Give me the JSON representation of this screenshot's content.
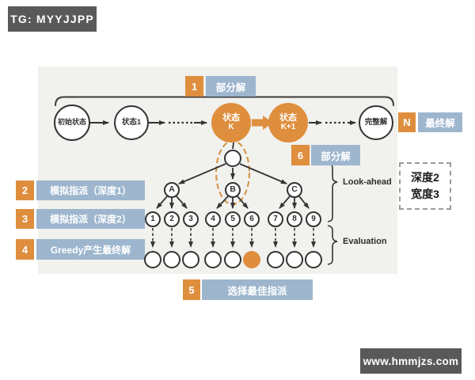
{
  "badges": {
    "top_left": "TG: MYYJJPP",
    "bottom_right": "www.hmmjzs.com"
  },
  "chain": {
    "initial": "初始状态",
    "state1": "状态1",
    "state_k": [
      "状态",
      "K"
    ],
    "state_k_plus1": [
      "状态",
      "K+1"
    ],
    "complete": "完整解"
  },
  "callouts": {
    "step1": {
      "num": "1",
      "label": "部分解"
    },
    "step2": {
      "num": "2",
      "label": "模拟指派（深度1）"
    },
    "step3": {
      "num": "3",
      "label": "模拟指派（深度2）"
    },
    "step4": {
      "num": "4",
      "label": "Greedy产生最终解"
    },
    "step5": {
      "num": "5",
      "label": "选择最佳指派"
    },
    "step6": {
      "num": "6",
      "label": "部分解"
    },
    "stepN": {
      "num": "N",
      "label": "最终解"
    }
  },
  "tree": {
    "branches": [
      "A",
      "B",
      "C"
    ],
    "children": [
      "1",
      "2",
      "3",
      "4",
      "5",
      "6",
      "7",
      "8",
      "9"
    ],
    "highlighted_leaf_index": 5
  },
  "annotations": {
    "look_ahead": "Look-ahead",
    "evaluation": "Evaluation",
    "depth": "深度2",
    "width": "宽度3"
  },
  "colors": {
    "orange": "#df8e3d",
    "blue_label": "#9db6ce",
    "badge_gray": "#595959",
    "panel_bg": "#f1f1ee",
    "stroke": "#333333"
  }
}
